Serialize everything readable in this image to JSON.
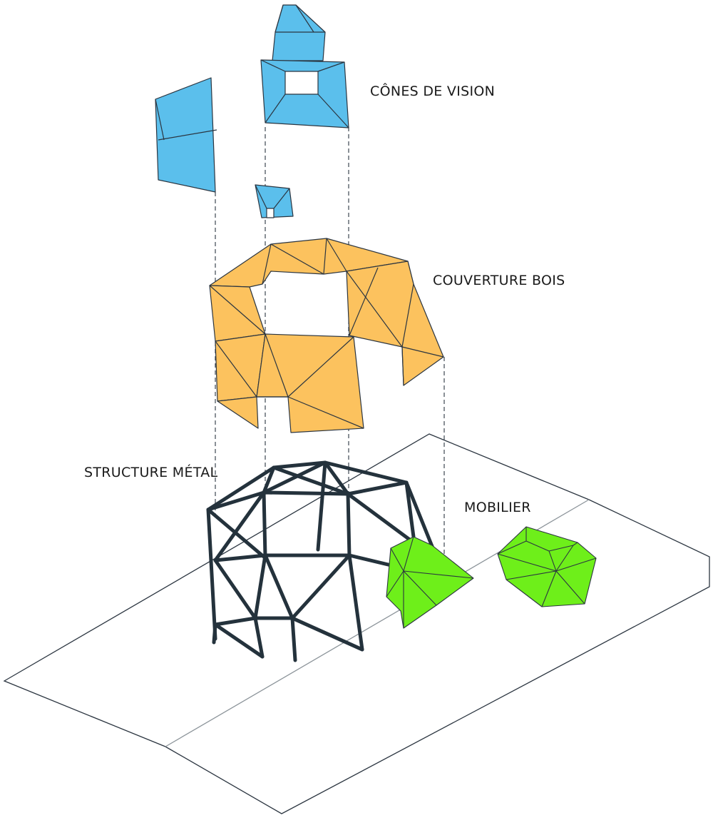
{
  "labels": {
    "vision_cones": "CÔNES DE VISION",
    "wood_roof": "COUVERTURE BOIS",
    "metal_structure": "STRUCTURE MÉTAL",
    "furniture": "MOBILIER"
  },
  "colors": {
    "vision_cones": "#5bbfec",
    "wood_roof": "#fcc25e",
    "metal_structure": "#24323c",
    "furniture": "#6eef1a",
    "outline": "#2b3540"
  }
}
